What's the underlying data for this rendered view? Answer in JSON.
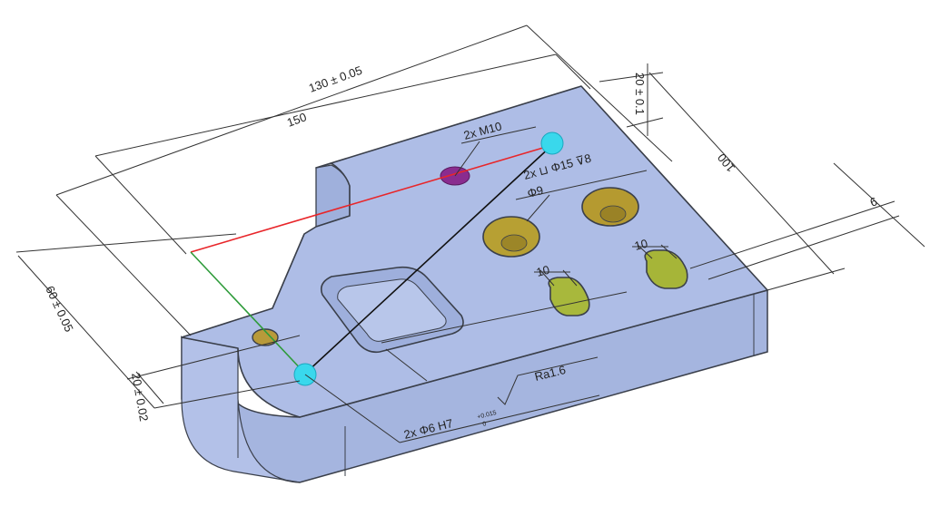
{
  "dimensions": {
    "width_tol": "130 ± 0.05",
    "overall_length": "150",
    "height_tol": "20 ± 0.1",
    "depth": "100",
    "right_offset": "6",
    "left_offset_tol": "60 ± 0.05",
    "left_bottom_tol": "20 ± 0.02",
    "slot_width_front": "10",
    "slot_width_back": "10"
  },
  "callouts": {
    "thread": "2x M10",
    "counterbore": "2x ⊔ Φ15 ⊽8",
    "hole_dia": "Φ9",
    "dowel": "2x Φ6 H7",
    "tol_upper": "+0.015",
    "tol_lower": "0",
    "roughness": "Ra1.6"
  },
  "colors": {
    "part_top": "#aebde6",
    "part_side": "#a4b4df",
    "part_edge": "#3a3f4a",
    "counterbore_fill": "#b59a2a",
    "slot_fill": "#a9b83a",
    "thread_fill": "#8a2c8f",
    "marker": "#39d8ec",
    "red_line": "#e8262a",
    "green_line": "#2e9b3a",
    "black_line": "#111111"
  }
}
